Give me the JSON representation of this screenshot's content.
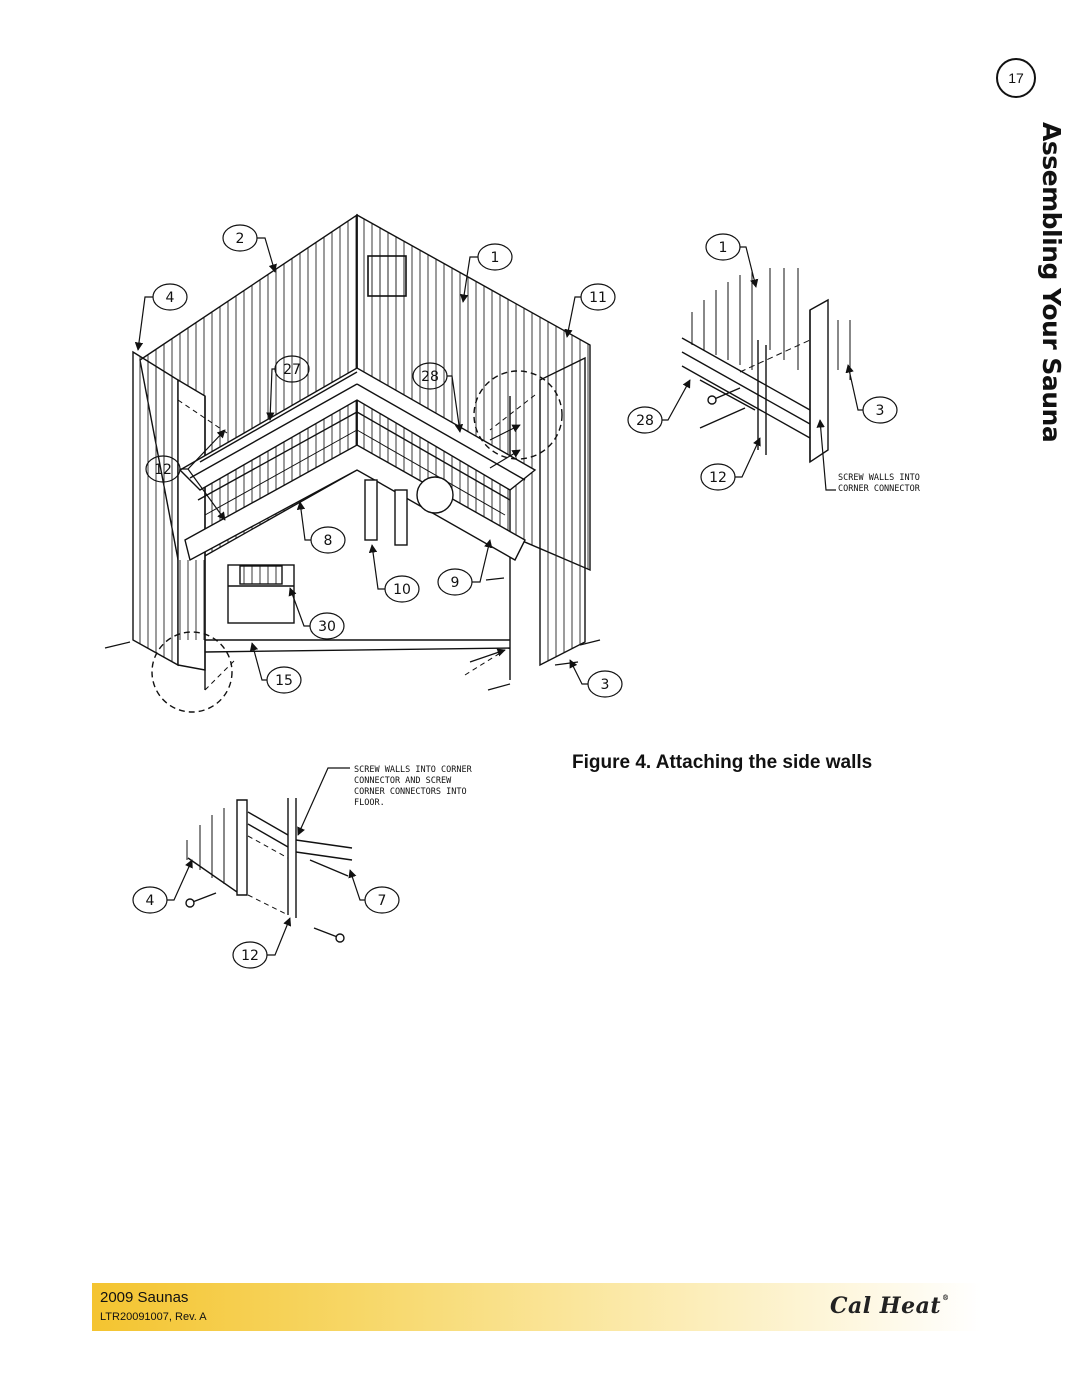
{
  "page": {
    "number": "17",
    "section_title": "Assembling Your Sauna"
  },
  "figure": {
    "caption": "Figure 4. Attaching the side walls",
    "note_corner_top": [
      "SCREW WALLS INTO",
      "CORNER CONNECTOR"
    ],
    "note_corner_bottom": [
      "SCREW WALLS INTO CORNER",
      "CONNECTOR AND SCREW",
      "CORNER CONNECTORS INTO",
      "FLOOR."
    ],
    "main_callouts": [
      "2",
      "1",
      "4",
      "11",
      "27",
      "28",
      "12",
      "8",
      "10",
      "9",
      "30",
      "15",
      "3"
    ],
    "detail_top_callouts": [
      "1",
      "28",
      "3",
      "12"
    ],
    "detail_bottom_callouts": [
      "4",
      "7",
      "12"
    ]
  },
  "footer": {
    "title": "2009 Saunas",
    "doc_number": "LTR20091007, Rev. A",
    "logo": "Cal Heat",
    "logo_mark": "®"
  },
  "colors": {
    "footer_gold": "#f4c430",
    "ink": "#111111"
  }
}
